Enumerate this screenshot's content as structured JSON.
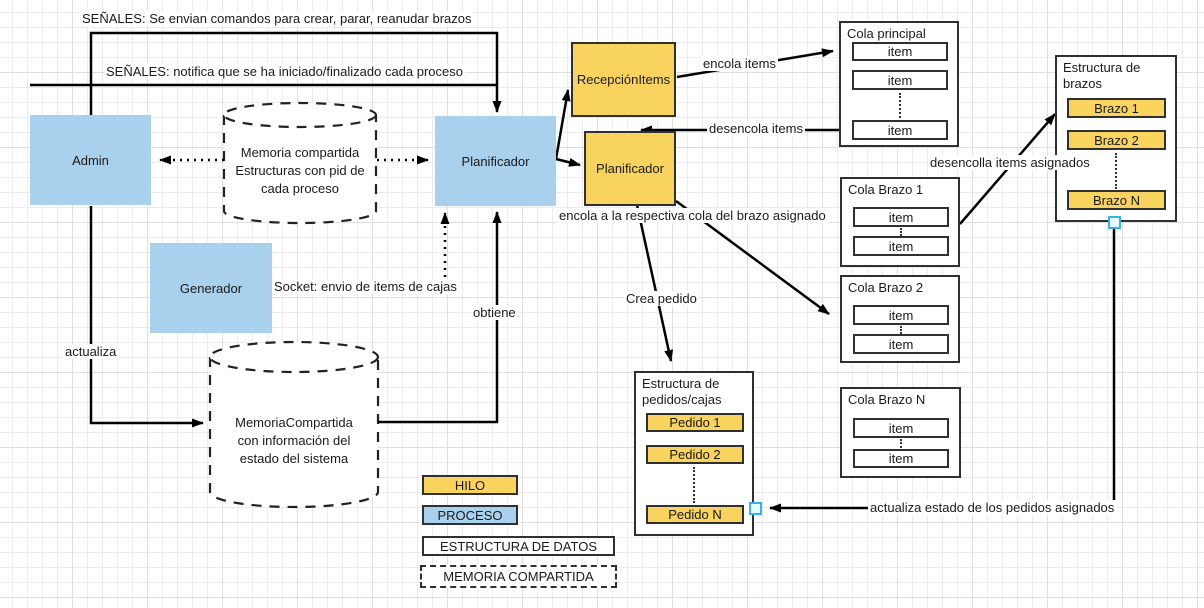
{
  "colors": {
    "hilo_fill": "#F8D35D",
    "proceso_fill": "#A9D1EE",
    "stroke": "#303030",
    "handle_accent": "#33B5E5"
  },
  "labels": {
    "senales_comandos": "SEÑALES: Se envian comandos para crear, parar, reanudar brazos",
    "senales_notifica": "SEÑALES: notifica que se ha iniciado/finalizado cada proceso",
    "encola_items": "encola items",
    "desencola_items": "desencola items",
    "encola_respectiva": "encola a la respectiva cola del brazo asignado",
    "desencolla_asignados": "desencolla items asignados",
    "crea_pedido": "Crea pedido",
    "socket": "Socket: envio de items de cajas",
    "obtiene": "obtiene",
    "actualiza": "actualiza",
    "actualiza_estado": "actualiza estado de los pedidos asignados"
  },
  "nodes": {
    "admin": "Admin",
    "planificador": "Planificador",
    "generador": "Generador",
    "recepcion_items": "RecepciónItems",
    "planificador_hilo": "Planificador"
  },
  "memoria_pid": {
    "line1": "Memoria compartida",
    "line2": "Estructuras con pid de",
    "line3": "cada proceso"
  },
  "memoria_estado": {
    "line1": "MemoriaCompartida",
    "line2": "con información del",
    "line3": "estado del sistema"
  },
  "colas": {
    "principal": {
      "title": "Cola principal",
      "items": [
        "item",
        "item",
        "item"
      ]
    },
    "brazo1": {
      "title": "Cola Brazo 1",
      "items": [
        "item",
        "item"
      ]
    },
    "brazo2": {
      "title": "Cola Brazo 2",
      "items": [
        "item",
        "item"
      ]
    },
    "brazoN": {
      "title": "Cola Brazo N",
      "items": [
        "item",
        "item"
      ]
    }
  },
  "estructuras": {
    "brazos": {
      "title1": "Estructura de",
      "title2": "brazos",
      "rows": [
        "Brazo 1",
        "Brazo 2",
        "Brazo N"
      ]
    },
    "pedidos": {
      "title1": "Estructura de",
      "title2": "pedidos/cajas",
      "rows": [
        "Pedido 1",
        "Pedido 2",
        "Pedido N"
      ]
    }
  },
  "legend": {
    "hilo": "HILO",
    "proceso": "PROCESO",
    "estructura": "ESTRUCTURA DE DATOS",
    "memoria": "MEMORIA COMPARTIDA"
  }
}
